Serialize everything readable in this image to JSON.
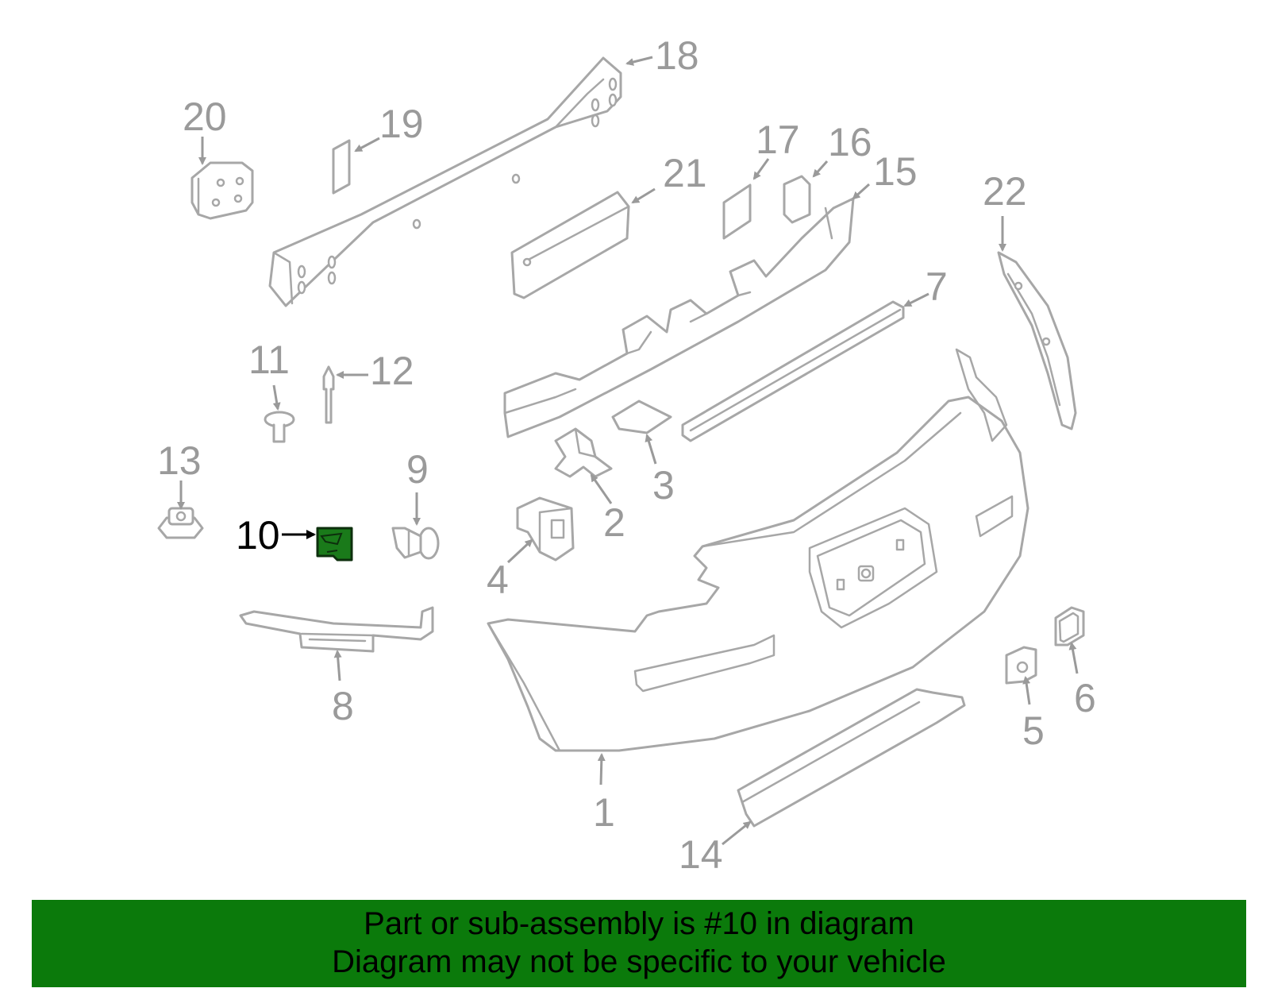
{
  "diagram": {
    "callouts": [
      "1",
      "2",
      "3",
      "4",
      "5",
      "6",
      "7",
      "8",
      "9",
      "10",
      "11",
      "12",
      "13",
      "14",
      "15",
      "16",
      "17",
      "18",
      "19",
      "20",
      "21",
      "22"
    ],
    "highlighted_callout": "10",
    "colors": {
      "part_outline": "#a7a7a7",
      "callout_text": "#9a9a9a",
      "highlight_fill": "#1a7a1a",
      "highlight_label": "#000000"
    }
  },
  "banner": {
    "line1": "Part or sub-assembly is #10 in diagram",
    "line2": "Diagram may not be specific to your vehicle",
    "background": "#0b7a0b"
  }
}
